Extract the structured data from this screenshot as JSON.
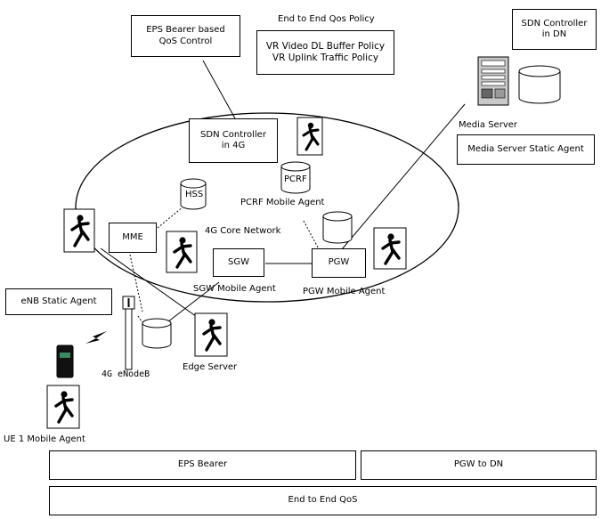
{
  "boxes": {
    "eps_qos": "EPS Bearer based\nQoS Control",
    "vr_policy": "VR Video DL Buffer Policy\nVR Uplink Traffic Policy",
    "sdn_dn": "SDN Controller\nin DN",
    "sdn_4g": "SDN Controller\nin 4G",
    "media_agent": "Media Server Static Agent",
    "mme": "MME",
    "sgw": "SGW",
    "pgw": "PGW",
    "enb_agent": "eNB Static Agent"
  },
  "db_labels": {
    "hss": "HSS",
    "pcrf": "PCRF"
  },
  "labels": {
    "e2e_policy": "End to End Qos Policy",
    "media_server": "Media Server",
    "pcrf_agent": "PCRF  Mobile Agent",
    "core_network": "4G Core Network",
    "sgw_agent": "SGW  Mobile Agent",
    "pgw_agent": "PGW  Mobile Agent",
    "enodeb": "4G  eNodeB",
    "edge_server": "Edge Server",
    "ue_agent": "UE 1 Mobile Agent"
  },
  "bottom": {
    "eps_bearer": "EPS Bearer",
    "pgw_dn": "PGW to DN",
    "e2e_qos": "End to End QoS"
  }
}
